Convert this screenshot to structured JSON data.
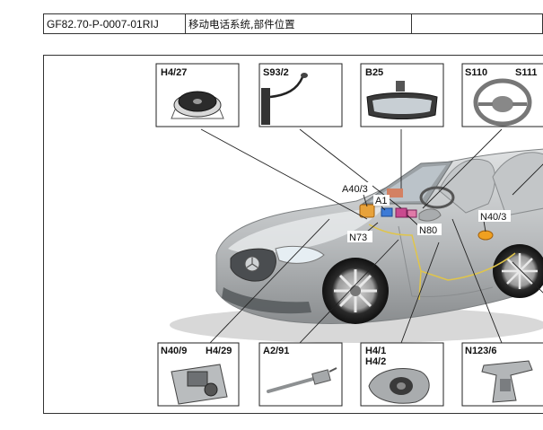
{
  "header": {
    "doc_id": "GF82.70-P-0007-01RIJ",
    "title": "移动电话系统,部件位置",
    "extra": ""
  },
  "components": {
    "h4_27": "H4/27",
    "s93_2": "S93/2",
    "b25": "B25",
    "s110": "S110",
    "s111": "S111",
    "n40_9": "N40/9",
    "h4_29": "H4/29",
    "a2_91": "A2/91",
    "h4_1": "H4/1",
    "h4_2": "H4/2",
    "n123_6": "N123/6"
  },
  "callouts": {
    "a40_3": "A40/3",
    "a1": "A1",
    "n73": "N73",
    "n80": "N80",
    "n40_3": "N40/3"
  },
  "colors": {
    "car_body": "#bfc2c4",
    "frame": "#333333",
    "leader": "#222222"
  }
}
